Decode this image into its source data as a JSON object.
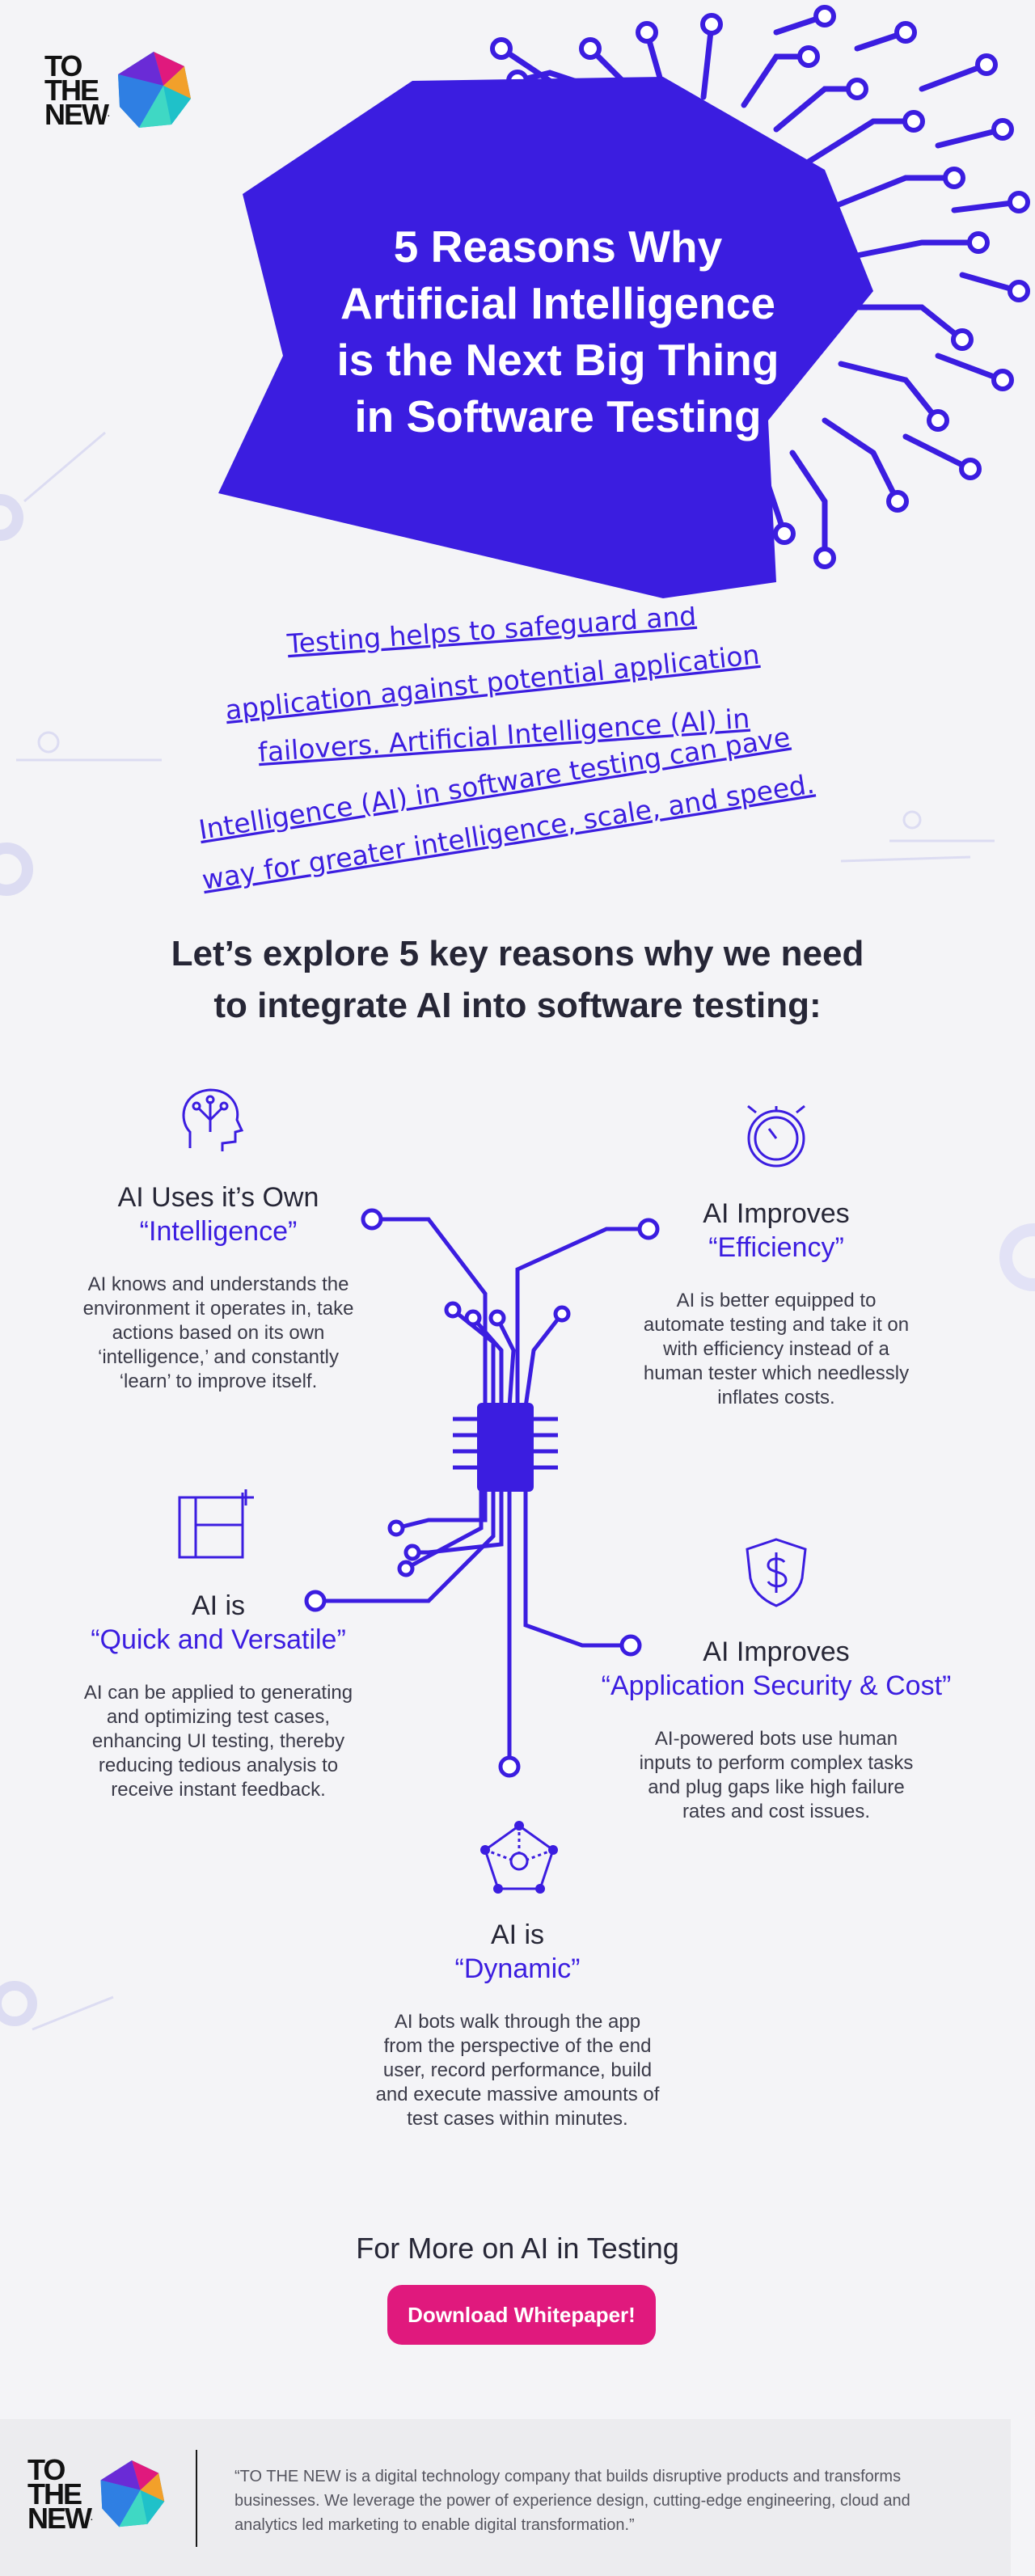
{
  "brand": {
    "logo_lines": [
      "TO",
      "THE",
      "NEW"
    ],
    "trademark": "."
  },
  "hero": {
    "title_lines": [
      "5 Reasons Why",
      "Artificial Intelligence",
      "is the Next Big Thing",
      "in Software Testing"
    ],
    "intro_lines": [
      "Testing helps to safeguard and",
      "application against potential application",
      "failovers. Artificial Intelligence (AI) in",
      "Intelligence (AI) in software testing can pave",
      "way for greater intelligence, scale, and speed."
    ]
  },
  "section": {
    "heading_lines": [
      "Let’s explore 5 key reasons why we need",
      "to integrate AI into software testing:"
    ]
  },
  "reasons": [
    {
      "icon": "brain-head-icon",
      "line1": "AI Uses it’s Own",
      "line2": "“Intelligence”",
      "body": [
        "AI knows and understands the",
        "environment it operates in, take",
        "actions based on its own",
        "‘intelligence,’ and constantly",
        "‘learn’ to improve itself."
      ]
    },
    {
      "icon": "stopwatch-icon",
      "line1": "AI Improves",
      "line2": "“Efficiency”",
      "body": [
        "AI is better equipped to",
        "automate testing and take it on",
        "with efficiency instead of a",
        "human tester which needlessly",
        "inflates costs."
      ]
    },
    {
      "icon": "layout-plus-icon",
      "line1": "AI is",
      "line2": "“Quick and Versatile”",
      "body": [
        "AI can be applied to generating",
        "and optimizing test cases,",
        "enhancing UI testing, thereby",
        "reducing tedious analysis to",
        "receive instant feedback."
      ]
    },
    {
      "icon": "dollar-shield-icon",
      "line1": "AI Improves",
      "line2": "“Application Security & Cost”",
      "body": [
        "AI-powered bots use human",
        "inputs to  perform complex tasks",
        "and plug gaps like high failure",
        "rates and cost issues."
      ]
    },
    {
      "icon": "network-pentagon-icon",
      "line1": "AI is",
      "line2": "“Dynamic”",
      "body": [
        "AI bots walk through the app",
        "from the perspective of the end",
        "user, record performance, build",
        "and execute massive amounts of",
        "test cases within minutes."
      ]
    }
  ],
  "cta": {
    "title": "For More on AI in Testing",
    "button": "Download Whitepaper!"
  },
  "footer": {
    "quote_lines": [
      "“TO THE NEW is a digital technology company that builds disruptive products and transforms",
      "businesses. We leverage the power of experience design, cutting-edge engineering, cloud and",
      "analytics led marketing to enable digital transformation.”"
    ]
  },
  "colors": {
    "primary": "#3b1de0",
    "accent": "#e0197d",
    "background": "#f4f4f7",
    "text": "#262636"
  }
}
